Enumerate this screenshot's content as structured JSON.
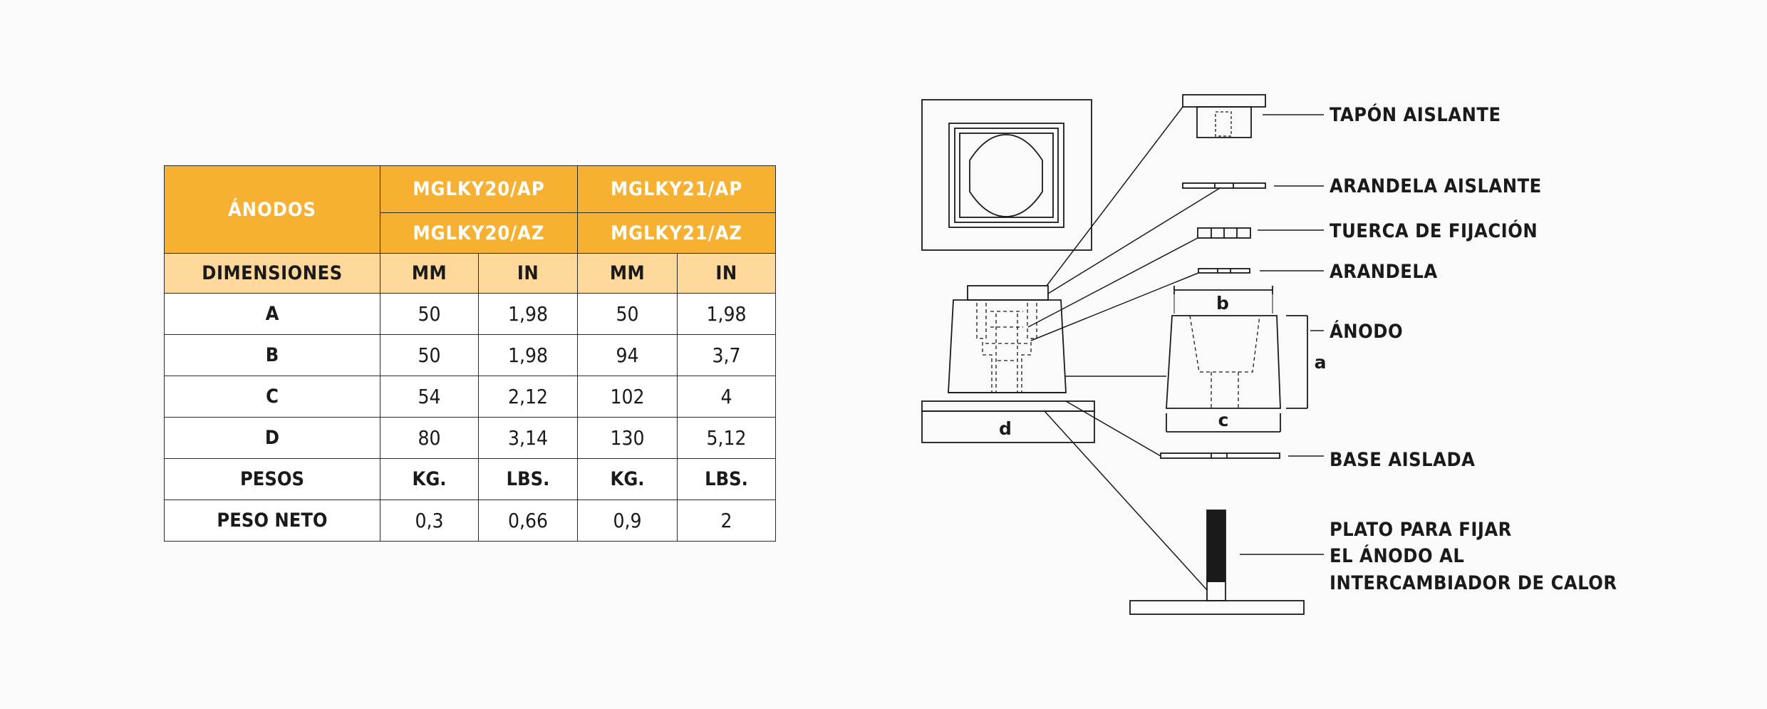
{
  "table": {
    "header": {
      "anodos": "ÁNODOS",
      "model1_top": "MGLKY20/AP",
      "model1_bottom": "MGLKY20/AZ",
      "model2_top": "MGLKY21/AP",
      "model2_bottom": "MGLKY21/AZ"
    },
    "subheader": {
      "label": "DIMENSIONES",
      "mm1": "MM",
      "in1": "IN",
      "mm2": "MM",
      "in2": "IN"
    },
    "rows": [
      {
        "label": "A",
        "v1": "50",
        "v2": "1,98",
        "v3": "50",
        "v4": "1,98"
      },
      {
        "label": "B",
        "v1": "50",
        "v2": "1,98",
        "v3": "94",
        "v4": "3,7"
      },
      {
        "label": "C",
        "v1": "54",
        "v2": "2,12",
        "v3": "102",
        "v4": "4"
      },
      {
        "label": "D",
        "v1": "80",
        "v2": "3,14",
        "v3": "130",
        "v4": "5,12"
      },
      {
        "label": "PESOS",
        "v1": "KG.",
        "v2": "LBS.",
        "v3": "KG.",
        "v4": "LBS."
      },
      {
        "label": "PESO NETO",
        "v1": "0,3",
        "v2": "0,66",
        "v3": "0,9",
        "v4": "2"
      }
    ]
  },
  "diagram": {
    "callouts": {
      "tapon": "TAPÓN AISLANTE",
      "arandela_aislante": "ARANDELA AISLANTE",
      "tuerca": "TUERCA DE FIJACIÓN",
      "arandela": "ARANDELA",
      "anodo": "ÁNODO",
      "base": "BASE AISLADA",
      "plato_line1": "PLATO PARA FIJAR",
      "plato_line2": "EL ÁNODO AL",
      "plato_line3": "INTERCAMBIADOR DE CALOR"
    },
    "dimension_labels": {
      "a": "a",
      "b": "b",
      "c": "c",
      "d": "d"
    }
  }
}
